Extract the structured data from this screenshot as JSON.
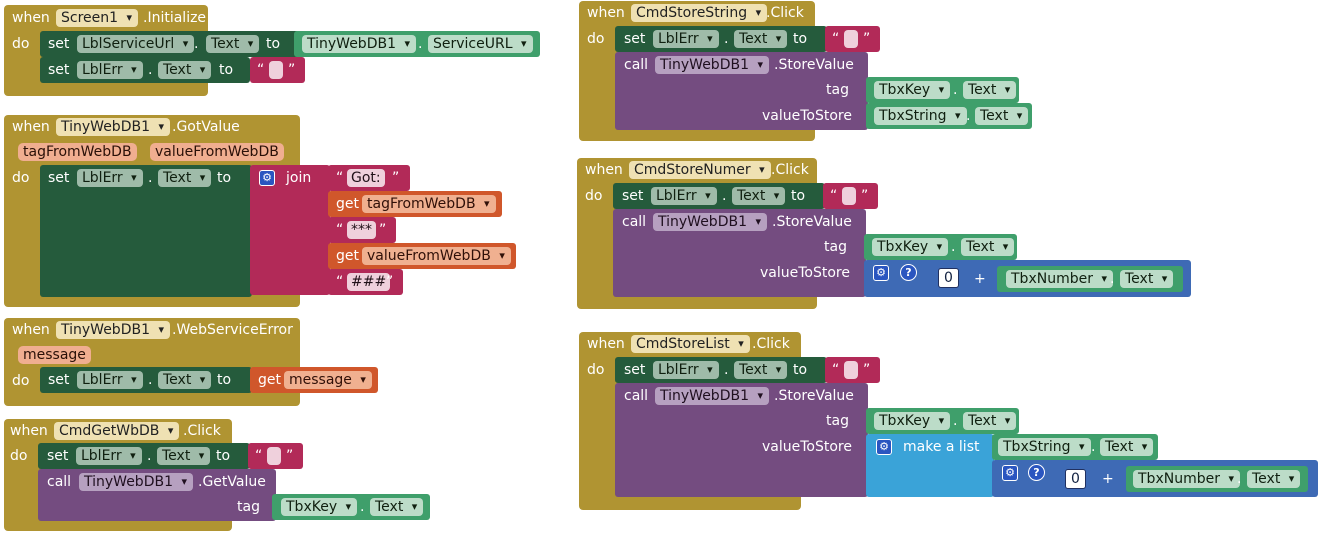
{
  "kw": {
    "when": "when",
    "do": "do",
    "set": "set",
    "to": "to",
    "call": "call",
    "get": "get",
    "dot": ".",
    "tag": "tag",
    "valueToStore": "valueToStore",
    "join": "join",
    "make_a_list": "make a list",
    "plus": "+",
    "quote_l": "“",
    "quote_r": "”",
    "help": "?",
    "gear": "⚙"
  },
  "props": {
    "Text": "Text",
    "ServiceURL": "ServiceURL"
  },
  "events": {
    "initialize": ".Initialize",
    "gotvalue": ".GotValue",
    "webserviceerror": ".WebServiceError",
    "click": ".Click"
  },
  "methods": {
    "storevalue": ".StoreValue",
    "getvalue": ".GetValue"
  },
  "components": {
    "screen1": "Screen1",
    "lblserviceurl": "LblServiceUrl",
    "lblerr": "LblErr",
    "tinywebdb1": "TinyWebDB1",
    "cmdgetwbdb": "CmdGetWbDB",
    "cmdstorestring": "CmdStoreString",
    "cmdstorenumer": "CmdStoreNumer",
    "cmdstorelist": "CmdStoreList",
    "tbxkey": "TbxKey",
    "tbxstring": "TbxString",
    "tbxnumber": "TbxNumber"
  },
  "params": {
    "tagfromwebdb": "tagFromWebDB",
    "valuefromwebdb": "valueFromWebDB",
    "message": "message"
  },
  "strings": {
    "got": "Got:",
    "stars": "***",
    "hashes": "###",
    "empty": ""
  },
  "numbers": {
    "zero": "0"
  },
  "colors": {
    "event": "#b09432",
    "setter": "#255b3c",
    "call": "#744c80",
    "component": "#3f9f6b",
    "text": "#b22a58",
    "variable": "#d0572b",
    "math": "#3e6ab5",
    "list": "#3aa3d8"
  }
}
